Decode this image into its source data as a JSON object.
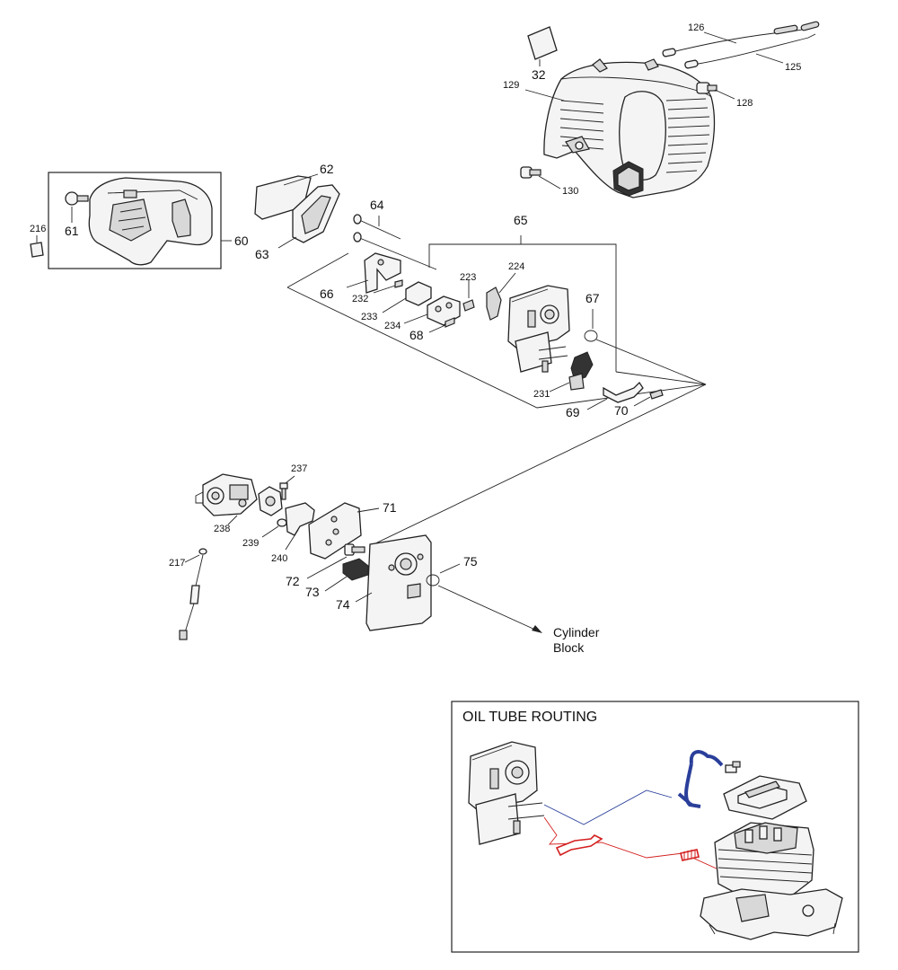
{
  "parts": {
    "p126": "126",
    "p125": "125",
    "p32": "32",
    "p129": "129",
    "p128": "128",
    "p130": "130",
    "p216": "216",
    "p61": "61",
    "p60": "60",
    "p62": "62",
    "p63": "63",
    "p64": "64",
    "p65": "65",
    "p223": "223",
    "p224": "224",
    "p66": "66",
    "p232": "232",
    "p233": "233",
    "p234": "234",
    "p68": "68",
    "p67": "67",
    "p231": "231",
    "p69": "69",
    "p70": "70",
    "p237": "237",
    "p71": "71",
    "p238": "238",
    "p239": "239",
    "p240": "240",
    "p217": "217",
    "p72": "72",
    "p73": "73",
    "p74": "74",
    "p75": "75"
  },
  "annotations": {
    "arrow_line1": "Cylinder",
    "arrow_line2": "Block"
  },
  "inset": {
    "title": "OIL TUBE ROUTING"
  },
  "colors": {
    "blue_tube": "#2a3f9a",
    "red_tube": "#d42020"
  }
}
